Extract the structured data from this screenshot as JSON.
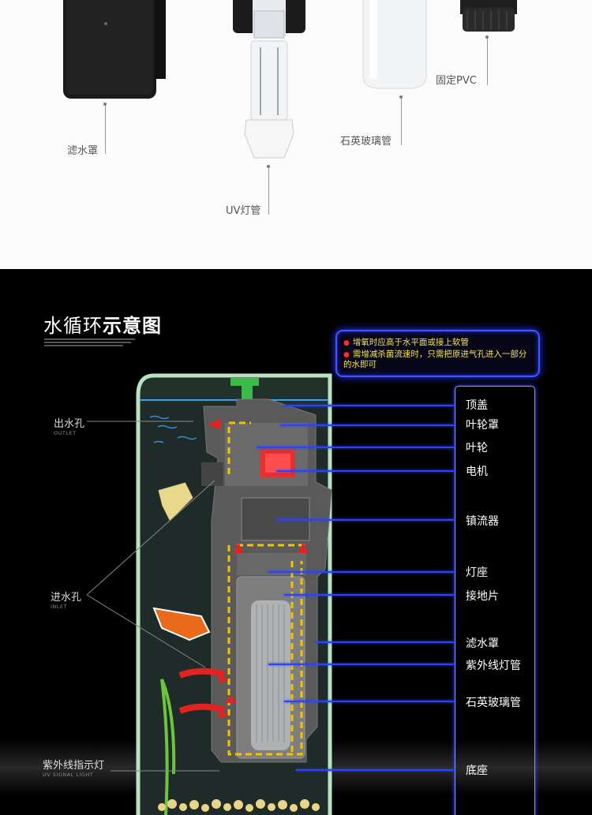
{
  "product_parts": [
    {
      "label": "滤水罩"
    },
    {
      "label": "UV灯管"
    },
    {
      "label": "石英玻璃管"
    },
    {
      "label": "固定PVC"
    }
  ],
  "diagram": {
    "title_regular": "水循环",
    "title_bold": "示意图",
    "notes": [
      "增氧时应高于水平面或接上软管",
      "需增减杀菌流速时，只需把原进气孔进入一部分的水即可"
    ],
    "left_labels": [
      {
        "cn": "出水孔",
        "en": "OUTLET"
      },
      {
        "cn": "进水孔",
        "en": "INLET"
      },
      {
        "cn": "紫外线指示灯",
        "en": "UV SIGNAL LIGHT"
      }
    ],
    "right_labels": [
      "顶盖",
      "叶轮罩",
      "叶轮",
      "电机",
      "镇流器",
      "灯座",
      "接地片",
      "滤水罩",
      "紫外线灯管",
      "石英玻璃管",
      "底座"
    ],
    "colors": {
      "callout_line": "#2b42ff",
      "note_text": "#f3e35a",
      "flow_arrow": "#e52222",
      "flow_path": "#f5c400",
      "tank_border": "#b8e2c3"
    }
  }
}
